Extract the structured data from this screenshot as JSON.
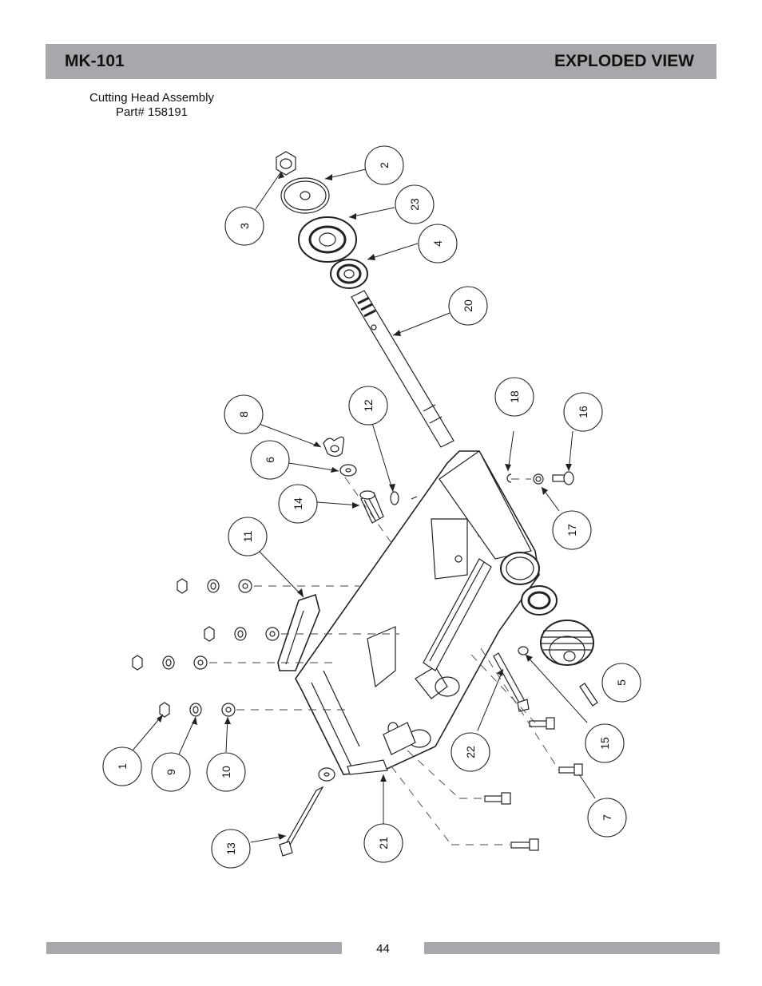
{
  "header": {
    "model": "MK-101",
    "section": "EXPLODED VIEW"
  },
  "caption": {
    "title": "Cutting Head Assembly",
    "part_number": "Part# 158191"
  },
  "callouts": [
    "1",
    "2",
    "3",
    "4",
    "5",
    "6",
    "7",
    "8",
    "9",
    "10",
    "11",
    "12",
    "13",
    "14",
    "15",
    "16",
    "17",
    "18",
    "20",
    "21",
    "22",
    "23"
  ],
  "footer": {
    "page_number": "44"
  }
}
